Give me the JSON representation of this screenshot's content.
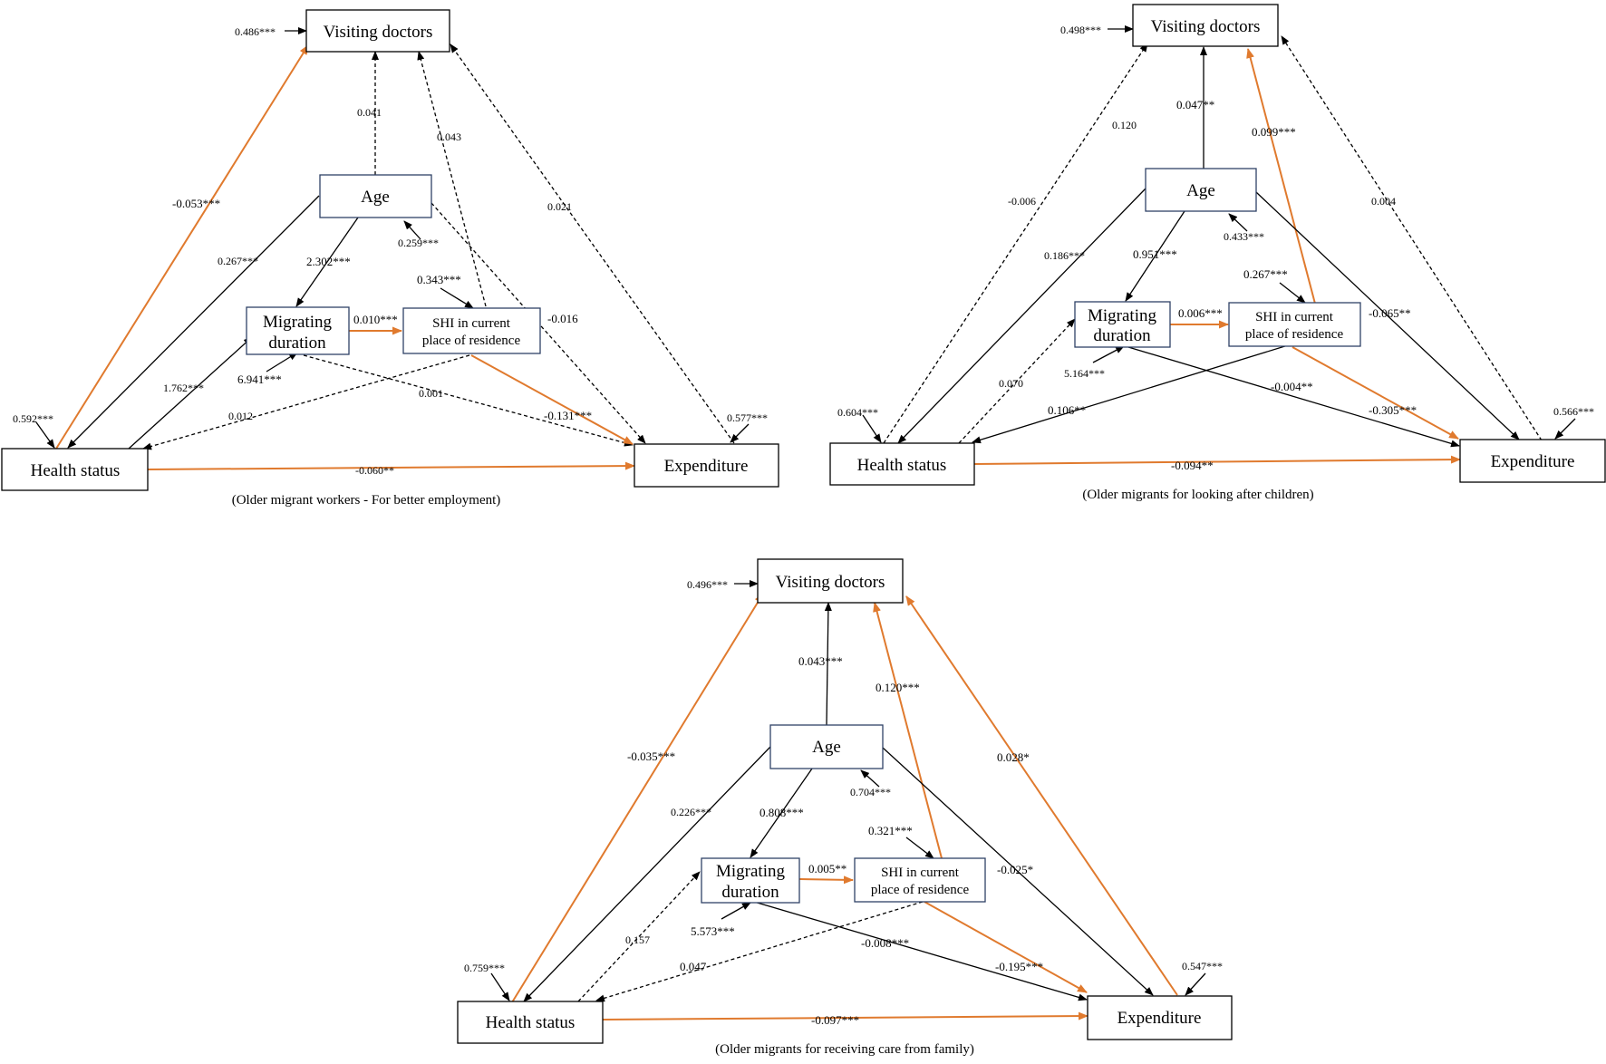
{
  "colors": {
    "positive_path": "#e07a2e",
    "line": "#000000",
    "box_border_blue": "#2f4266"
  },
  "line_styles": [
    "solid",
    "dashed",
    "orange-solid"
  ],
  "nodes": {
    "visiting": "Visiting doctors",
    "age": "Age",
    "migrating_1": "Migrating",
    "migrating_2": "duration",
    "shi_1": "SHI in current",
    "shi_2": "place of residence",
    "health": "Health status",
    "expenditure": "Expenditure"
  },
  "panels": [
    {
      "caption": "(Older migrant workers - For better employment)",
      "coef": {
        "visiting_err": "0.486***",
        "health_visiting": "-0.053***",
        "age_visiting": "0.041",
        "shi_visiting": "0.043",
        "exp_visiting": "0.021",
        "age_err": "0.259***",
        "health_age": "0.267***",
        "age_mig": "2.302***",
        "shi_err": "0.343***",
        "age_exp": "-0.016",
        "mig_shi": "0.010***",
        "health_mig": "1.762***",
        "mig_err": "6.941***",
        "shi_health": "0.012",
        "mig_exp": "0.001",
        "shi_exp": "-0.131***",
        "health_err": "0.592***",
        "exp_err": "0.577***",
        "health_exp": "-0.060**"
      }
    },
    {
      "caption": "(Older migrants  for looking after children)",
      "coef": {
        "visiting_err": "0.498***",
        "health_visiting": "-0.006",
        "mid_extra": "0.120",
        "age_visiting": "0.047**",
        "shi_visiting": "0.099***",
        "exp_visiting": "0.004",
        "health_age": "0.186***",
        "age_mig": "0.951***",
        "age_err": "0.433***",
        "shi_err": "0.267***",
        "age_exp": "-0.065**",
        "mig_shi": "0.006***",
        "health_mig": "0.070",
        "mig_err": "5.164***",
        "mig_exp": "-0.004**",
        "shi_health": "0.106**",
        "shi_exp": "-0.305***",
        "health_err": "0.604***",
        "exp_err": "0.566***",
        "health_exp": "-0.094**"
      }
    },
    {
      "caption": "(Older migrants  for receiving care from family)",
      "coef": {
        "visiting_err": "0.496***",
        "age_visiting": "0.043***",
        "shi_visiting": "0.120***",
        "health_visiting": "-0.035***",
        "exp_visiting": "0.028*",
        "age_err": "0.704***",
        "health_age": "0.226***",
        "age_mig": "0.808***",
        "shi_err": "0.321***",
        "age_exp": "-0.025*",
        "mig_shi": "0.005**",
        "health_mig": "0.157",
        "mig_err": "5.573***",
        "mig_exp": "-0.008***",
        "shi_health": "0.047",
        "shi_exp": "-0.195***",
        "health_err": "0.759***",
        "exp_err": "0.547***",
        "health_exp": "-0.097***"
      }
    }
  ]
}
